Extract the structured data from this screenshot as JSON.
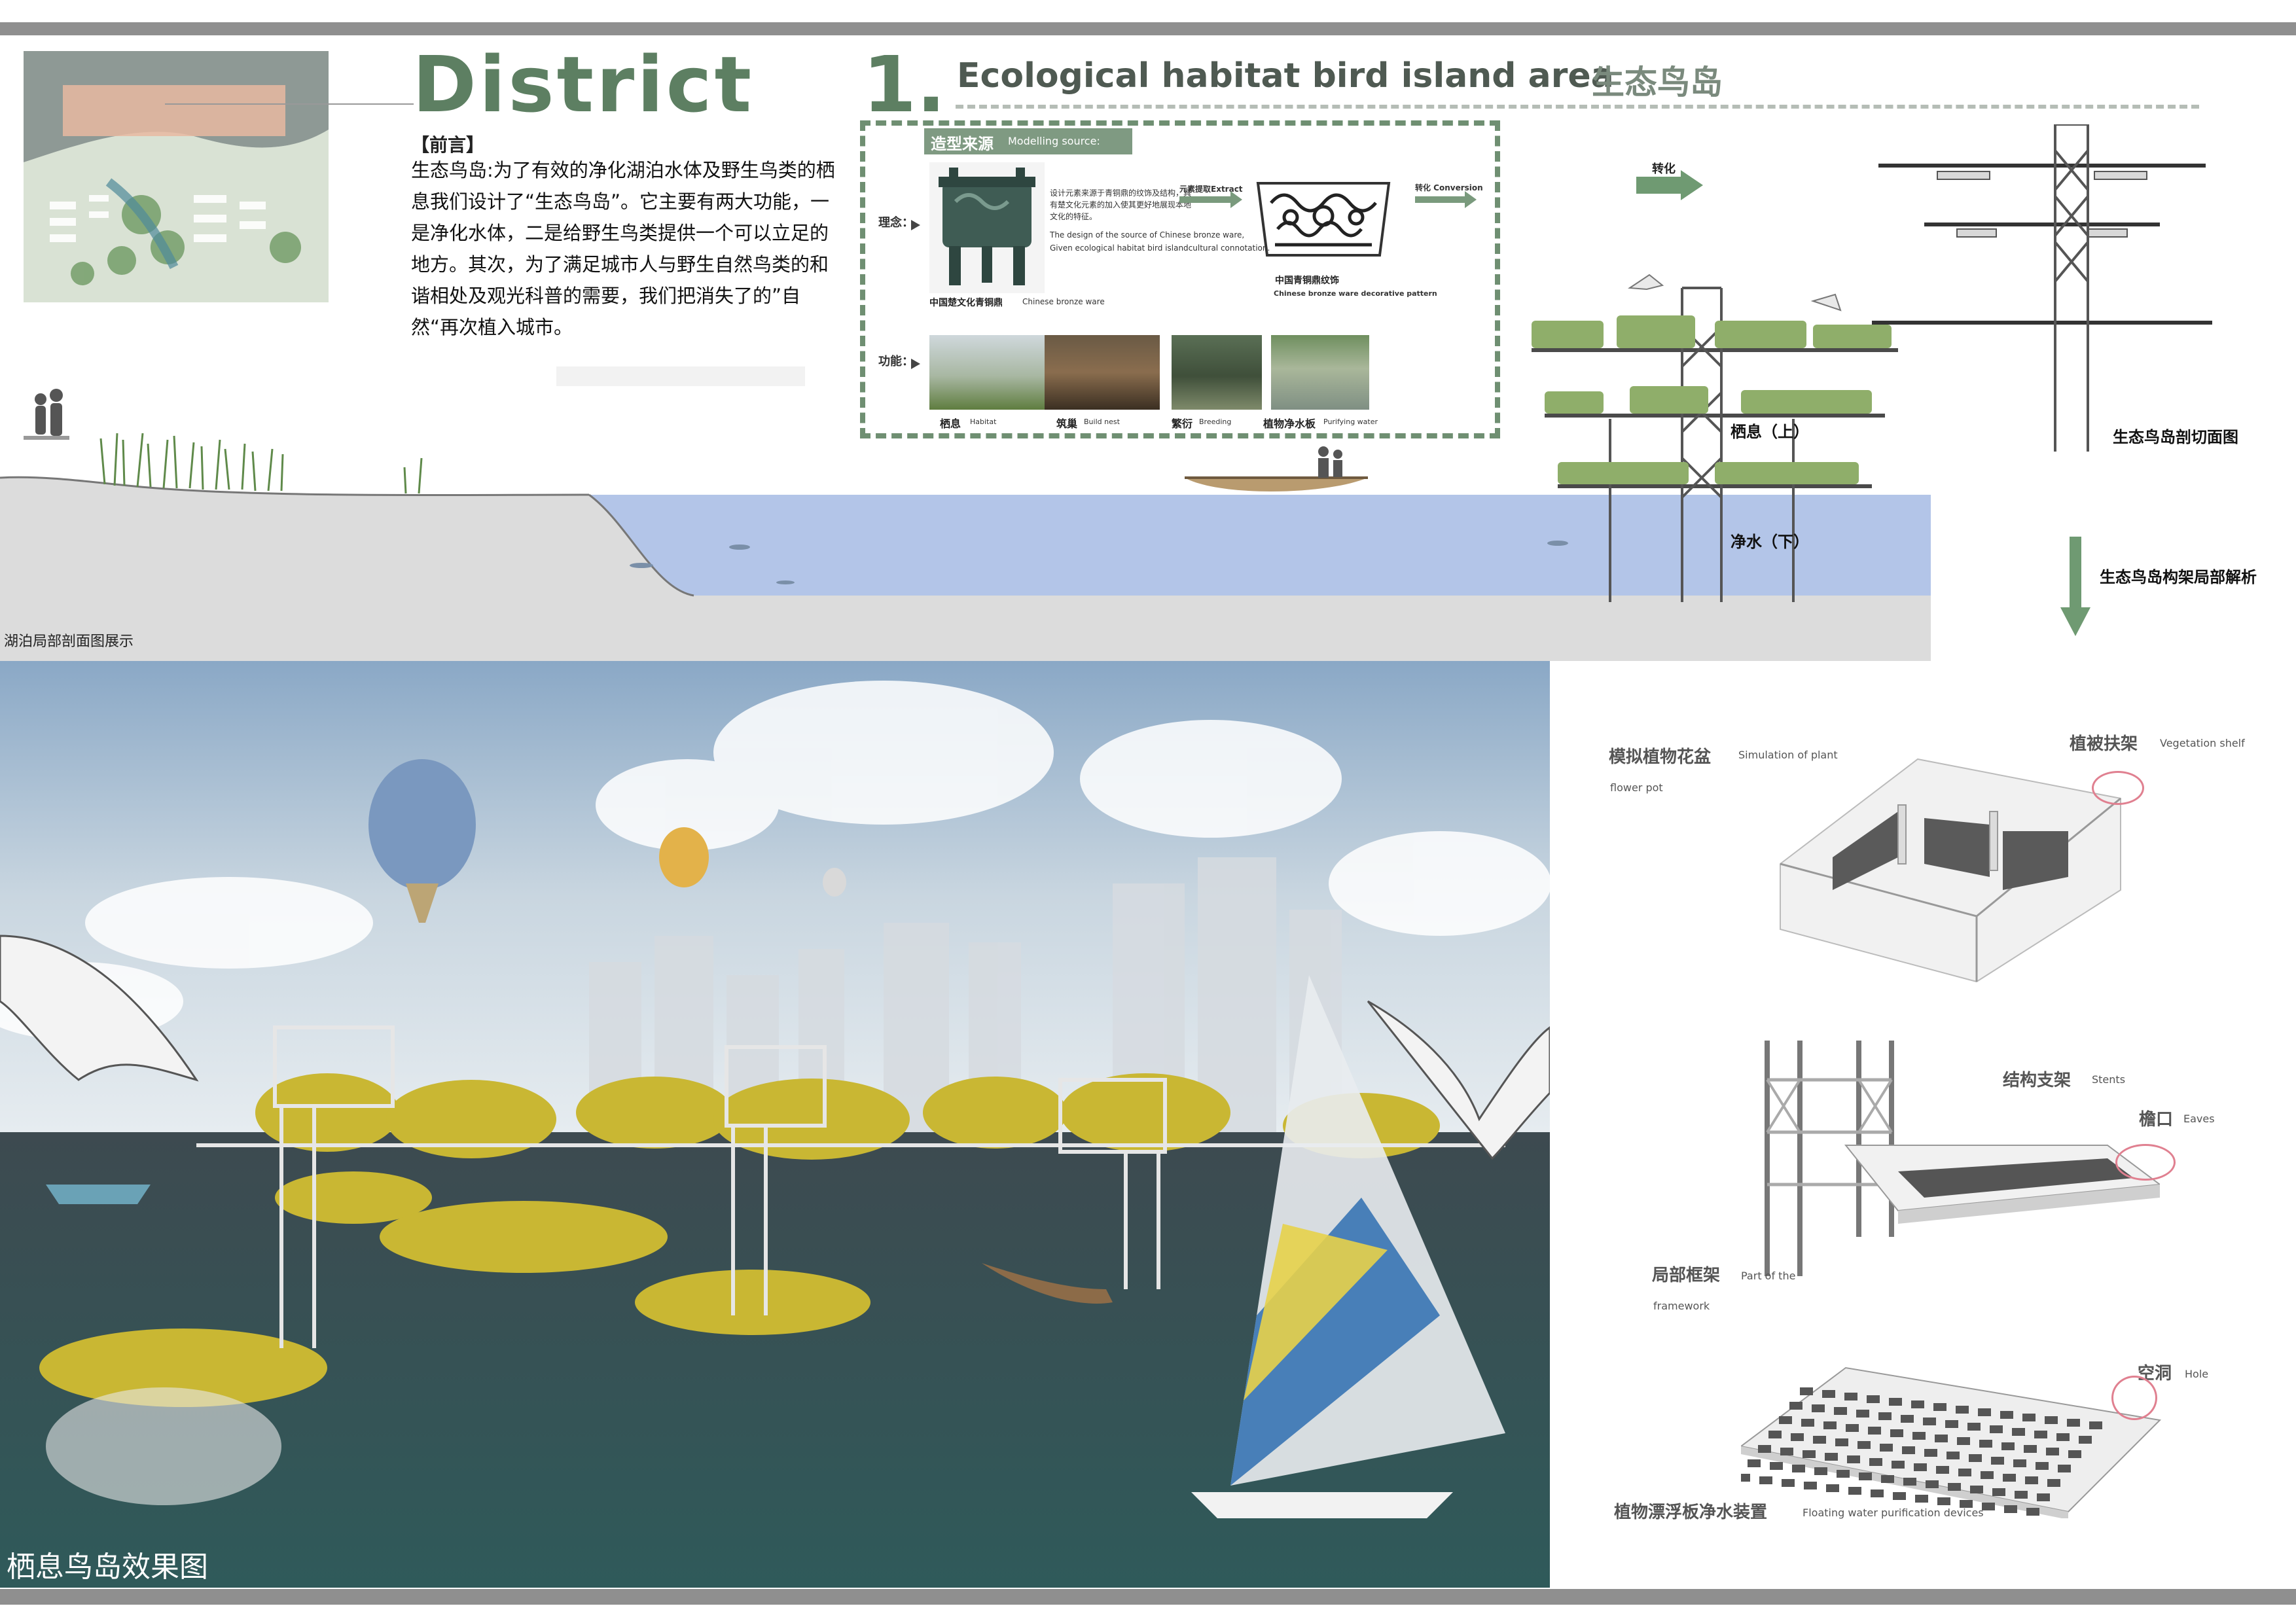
{
  "header": {
    "district_word": "District",
    "district_number": "1.",
    "title_en": "Ecological habitat  bird island area",
    "title_cn": "生态鸟岛"
  },
  "preface": {
    "heading": "【前言】",
    "body": "生态鸟岛:为了有效的净化湖泊水体及野生鸟类的栖息我们设计了“生态鸟岛”。它主要有两大功能，一是净化水体，二是给野生鸟类提供一个可以立足的地方。其次，为了满足城市人与野生自然鸟类的和谐相处及观光科普的需要，我们把消失了的”自然“再次植入城市。"
  },
  "modelling_panel": {
    "title_cn": "造型来源",
    "title_en": "Modelling source:",
    "concept_label": "理念：",
    "function_label": "功能：",
    "bronze_cn": "中国楚文化青铜鼎",
    "bronze_en": "Chinese bronze ware",
    "desc_cn": "设计元素来源于青铜鼎的纹饰及结构，具有楚文化元素的加入使其更好地展现本地文化的特征。",
    "desc_en_1": "The design of the source of Chinese bronze ware,",
    "desc_en_2": "Given ecological habitat  bird islandcultural connotation.",
    "extract_label": "元素提取Extract",
    "conversion_label": "转化 Conversion",
    "pattern_cn": "中国青铜鼎纹饰",
    "pattern_en": "Chinese bronze ware decorative pattern",
    "functions": [
      {
        "cn": "栖息",
        "en": "Habitat"
      },
      {
        "cn": "筑巢",
        "en": "Build nest"
      },
      {
        "cn": "繁衍",
        "en": "Breeding"
      },
      {
        "cn": "植物净水板",
        "en": "Purifying water"
      }
    ]
  },
  "section": {
    "convert_label": "转化",
    "habitat_upper": "栖息（上）",
    "water_lower": "净水（下）",
    "island_section_label": "生态鸟岛剖切面图",
    "frame_analysis_label": "生态鸟岛构架局部解析",
    "lake_section_caption": "湖泊局部剖面图展示"
  },
  "render": {
    "caption": "栖息鸟岛效果图"
  },
  "components": {
    "pot_cn": "模拟植物花盆",
    "pot_en_1": "Simulation of plant",
    "pot_en_2": "flower pot",
    "shelf_cn": "植被扶架",
    "shelf_en": "Vegetation shelf",
    "stent_cn": "结构支架",
    "stent_en": "Stents",
    "eaves_cn": "檐口",
    "eaves_en": "Eaves",
    "frame_cn": "局部框架",
    "frame_en_1": "Part of the",
    "frame_en_2": "framework",
    "hole_cn": "空洞",
    "hole_en": "Hole",
    "float_cn": "植物漂浮板净水装置",
    "float_en": "Floating water purification devices"
  },
  "colors": {
    "title_green": "#5d7f62",
    "water_blue": "#a9bfe3",
    "frame_grey": "#8f8f8f",
    "dashed_green": "#6f8f72",
    "arrow_green": "#6f9a72"
  }
}
